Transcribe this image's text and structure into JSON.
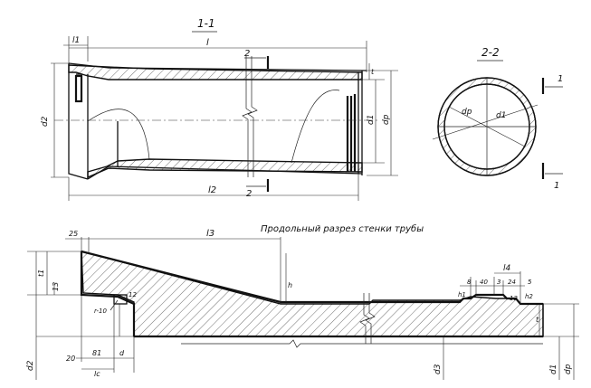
{
  "views": {
    "section_1_1": {
      "title": "1-1"
    },
    "section_2_2": {
      "title": "2-2"
    },
    "wall_section": {
      "title": "Продольный разрез стенки трубы"
    }
  },
  "labels": {
    "l1": "l1",
    "l": "l",
    "l2": "l2",
    "l3": "l3",
    "l4": "l4",
    "lc": "lc",
    "cut2_top": "2",
    "cut2_bot": "2",
    "cut1_top": "1",
    "cut1_bot": "1",
    "d2": "d2",
    "d1": "d1",
    "dp": "dp",
    "d3": "d3",
    "t": "t",
    "t1": "t1",
    "h": "h",
    "s_dp": "dp",
    "s_d1": "d1",
    "w_d2": "d2",
    "w_d3": "d3",
    "w_d1": "d1",
    "w_dp": "dp",
    "w_t1": "t1",
    "w_t": "t",
    "w_h": "h",
    "n25": "25",
    "n13": "13",
    "n12": "12",
    "r10": "r-10",
    "n20": "20",
    "n81": "81",
    "d": "d",
    "n8": "8",
    "n40": "40",
    "n3": "3",
    "n24": "24",
    "n5": "5",
    "n12b": "12",
    "h1": "h1",
    "h2": "h2"
  }
}
